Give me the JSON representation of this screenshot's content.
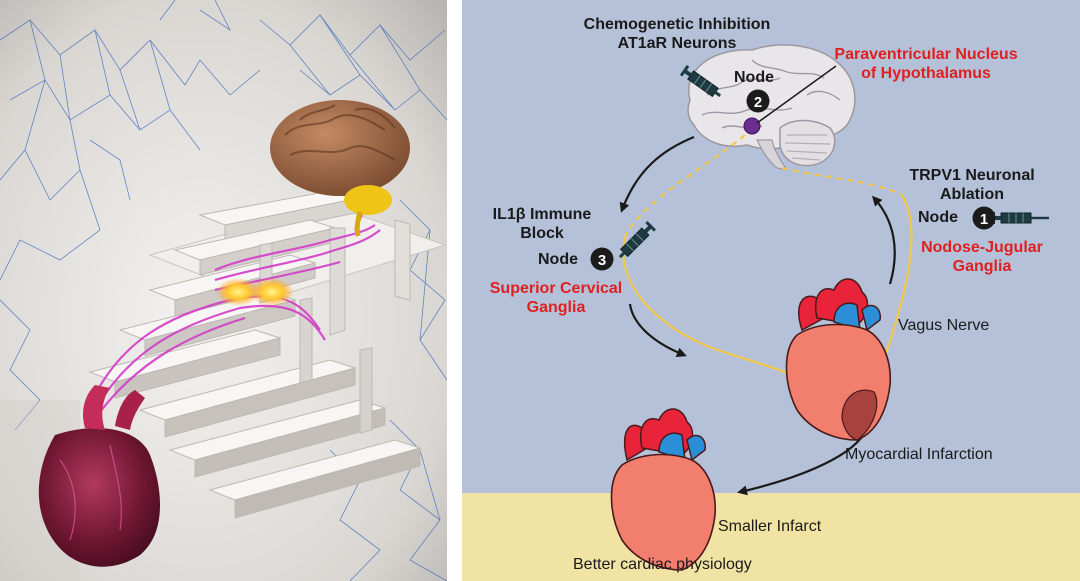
{
  "labels": {
    "chemogenetic_line1": "Chemogenetic Inhibition",
    "chemogenetic_line2": "AT1aR Neurons",
    "pvn_line1": "Paraventricular Nucleus",
    "pvn_line2": "of Hypothalamus",
    "node_word": "Node",
    "trpv1_line1": "TRPV1 Neuronal",
    "trpv1_line2": "Ablation",
    "nodose_line1": "Nodose-Jugular",
    "nodose_line2": "Ganglia",
    "il1b_line1": "IL1β Immune",
    "il1b_line2": "Block",
    "scg_line1": "Superior Cervical",
    "scg_line2": "Ganglia",
    "vagus": "Vagus Nerve",
    "mi": "Myocardial Infarction",
    "smaller": "Smaller Infarct",
    "better": "Better cardiac physiology"
  },
  "nodes": {
    "n1": "1",
    "n2": "2",
    "n3": "3"
  },
  "colors": {
    "background_blue": "#b5c1d9",
    "ground_yellow": "#f1e3a4",
    "label_red": "#e0201f",
    "nerve_yellow": "#f2c84a",
    "heart_pink": "#f27f6e",
    "aorta_red": "#e8233a",
    "vessel_blue": "#2a8fd6"
  }
}
